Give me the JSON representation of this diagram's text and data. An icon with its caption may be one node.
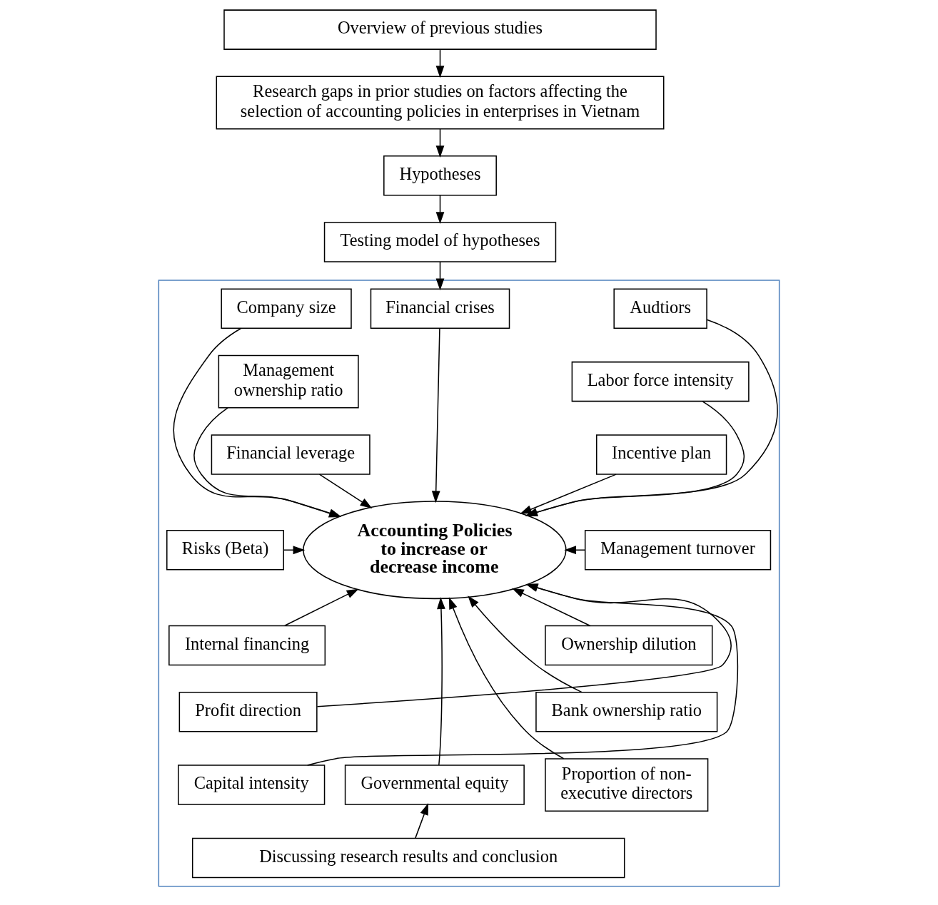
{
  "diagram": {
    "nodes": [
      {
        "text": [
          "Overview of previous studies"
        ]
      },
      {
        "text": [
          "Research gaps in prior studies on factors affecting the selection of accounting policies in enterprises in Vietnam"
        ]
      },
      {
        "text": [
          "Hypotheses"
        ]
      },
      {
        "text": [
          "Testing model of hypotheses"
        ]
      },
      {
        "text": [],
        "shape": "box"
      },
      {
        "text": [
          "Financial crises"
        ],
        "in": 4
      },
      {
        "text": [
          "Accounting Policies to increase or decrease income"
        ],
        "in": 4
      },
      {
        "text": [
          "Company size"
        ],
        "in": 4
      },
      {
        "text": [
          "Management ownership ratio"
        ],
        "in": 4
      },
      {
        "text": [
          "Financial leverage"
        ],
        "in": 4
      },
      {
        "text": [
          "Risks (Beta)"
        ],
        "in": 4
      },
      {
        "text": [
          "Internal financing"
        ],
        "in": 4
      },
      {
        "text": [
          "Profit direction"
        ],
        "in": 4
      },
      {
        "text": [
          "Capital intensity"
        ],
        "in": 4
      },
      {
        "text": [
          "Audtiors"
        ],
        "in": 4
      },
      {
        "text": [
          "Labor force intensity"
        ],
        "in": 4
      },
      {
        "text": [
          "Incentive plan"
        ],
        "in": 4
      },
      {
        "text": [
          "Management turnover"
        ],
        "in": 4
      },
      {
        "text": [
          "Ownership dilution"
        ],
        "in": 4
      },
      {
        "text": [
          "Bank ownership ratio"
        ],
        "in": 4
      },
      {
        "text": [
          "Proportion of non-executive directors"
        ],
        "in": 4
      },
      {
        "text": [
          "Governmental equity"
        ],
        "in": 4
      },
      {
        "text": [
          "Discussing research results and conclusion"
        ],
        "in": 4
      }
    ],
    "edges": [
      {
        "from": 0,
        "to": 1,
        "arrow": "to"
      },
      {
        "from": 1,
        "to": 2,
        "arrow": "to"
      },
      {
        "from": 2,
        "to": 3,
        "arrow": "to"
      },
      {
        "from": 3,
        "to": 5,
        "arrow": "to"
      },
      {
        "from": 5,
        "to": 6,
        "arrow": "to"
      },
      {
        "from": 7,
        "to": 6,
        "arrow": "to"
      },
      {
        "from": 8,
        "to": 6,
        "arrow": "to"
      },
      {
        "from": 9,
        "to": 6,
        "arrow": "to"
      },
      {
        "from": 10,
        "to": 6,
        "arrow": "to"
      },
      {
        "from": 11,
        "to": 6,
        "arrow": "to"
      },
      {
        "from": 12,
        "to": 6,
        "arrow": "to"
      },
      {
        "from": 13,
        "to": 6,
        "arrow": "to"
      },
      {
        "from": 14,
        "to": 6,
        "arrow": "to"
      },
      {
        "from": 15,
        "to": 6,
        "arrow": "to"
      },
      {
        "from": 16,
        "to": 6,
        "arrow": "to"
      },
      {
        "from": 17,
        "to": 6,
        "arrow": "to"
      },
      {
        "from": 18,
        "to": 6,
        "arrow": "to"
      },
      {
        "from": 19,
        "to": 6,
        "arrow": "to"
      },
      {
        "from": 20,
        "to": 6,
        "arrow": "to"
      },
      {
        "from": 21,
        "to": 6,
        "arrow": "to"
      },
      {
        "from": 22,
        "to": 21,
        "arrow": "to"
      }
    ]
  }
}
